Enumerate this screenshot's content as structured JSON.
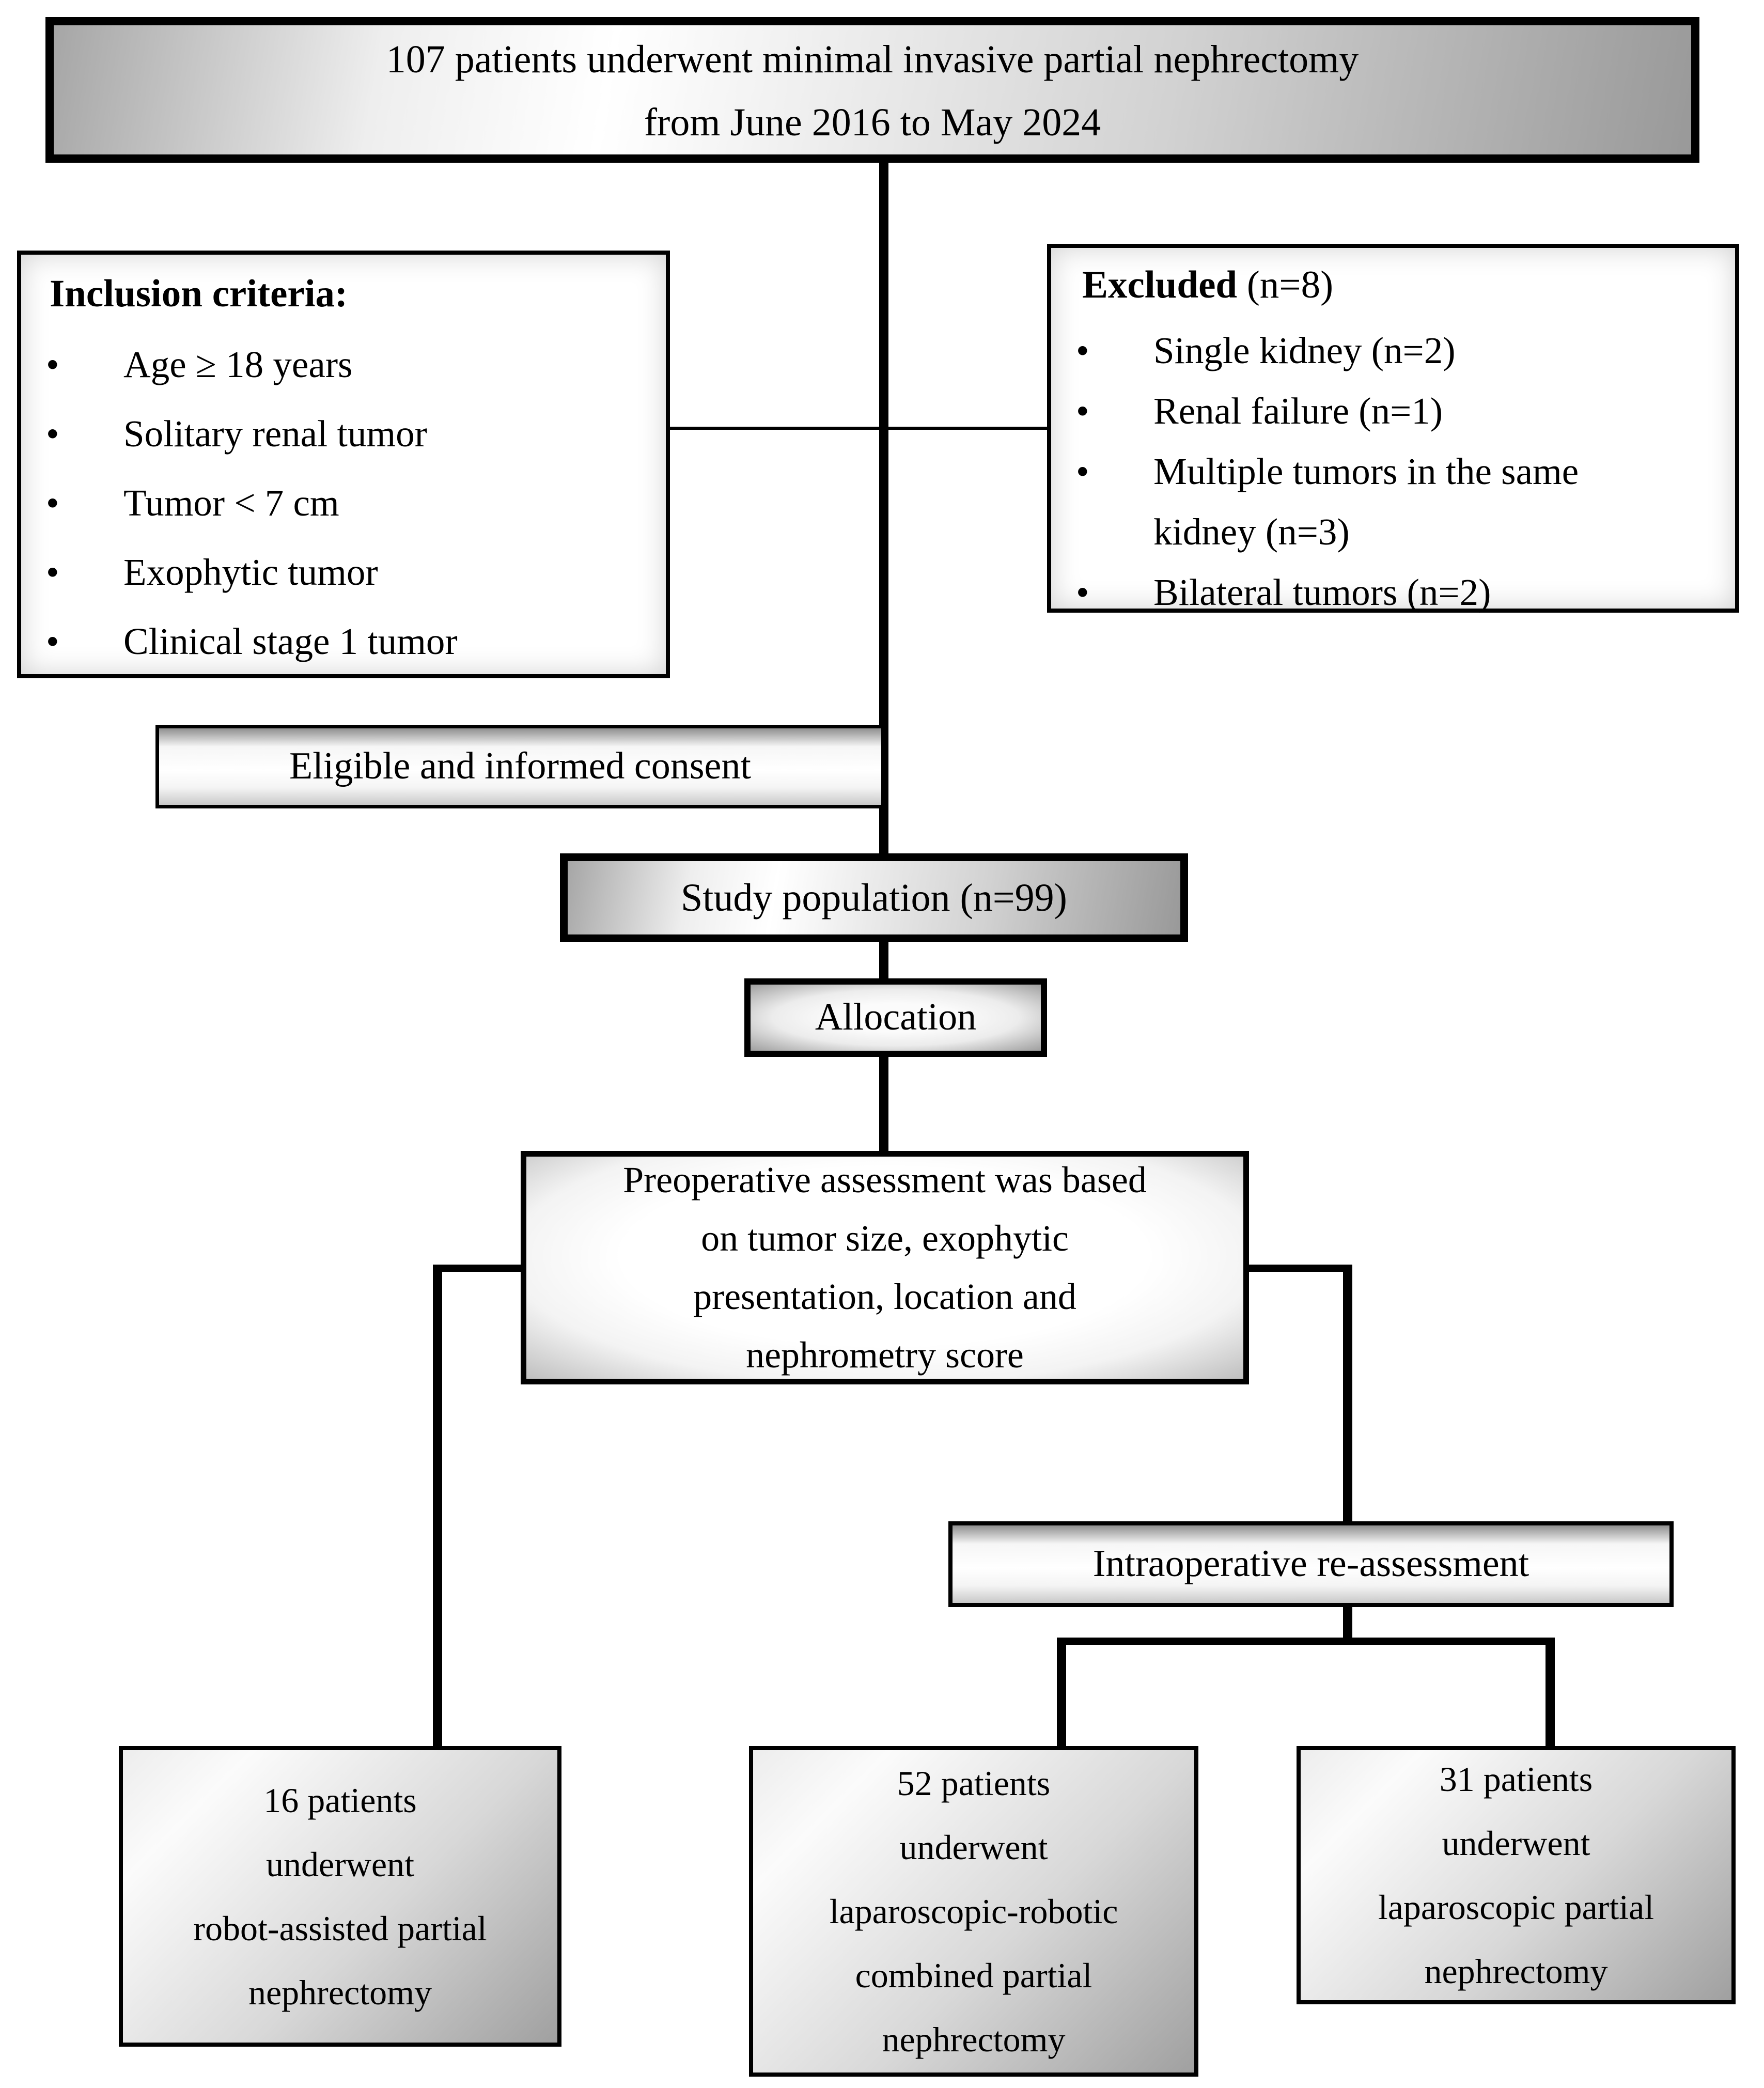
{
  "bullet_glyph": "•",
  "top_box": {
    "lines": [
      "107 patients underwent minimal invasive  partial nephrectomy",
      "from June 2016 to May 2024"
    ]
  },
  "inclusion_box": {
    "title": "Inclusion criteria:",
    "items": [
      "Age ≥ 18 years",
      "Solitary renal tumor",
      "Tumor < 7 cm",
      "Exophytic tumor",
      "Clinical stage 1 tumor"
    ]
  },
  "excluded_box": {
    "title_bold": "Excluded",
    "title_rest": "(n=8)",
    "items": [
      "Single kidney (n=2)",
      "Renal failure (n=1)",
      "Multiple tumors in the same kidney (n=3)",
      "Bilateral tumors (n=2)"
    ]
  },
  "eligible_box": {
    "label": "Eligible and informed consent"
  },
  "study_box": {
    "label": "Study population (n=99)"
  },
  "allocation_box": {
    "label": "Allocation"
  },
  "preop_box": {
    "lines": [
      "Preoperative assessment was based",
      "on tumor size, exophytic",
      "presentation, location and",
      "nephrometry score"
    ]
  },
  "intraop_box": {
    "label": "Intraoperative re-assessment"
  },
  "outcome_boxes": [
    {
      "lines": [
        "16 patients",
        "underwent",
        "robot-assisted partial",
        "nephrectomy"
      ]
    },
    {
      "lines": [
        "52 patients",
        "underwent",
        "laparoscopic-robotic",
        "combined partial",
        "nephrectomy"
      ]
    },
    {
      "lines": [
        "31 patients",
        "underwent",
        "laparoscopic partial",
        "nephrectomy"
      ]
    }
  ],
  "colors": {
    "connector": "#000000",
    "border": "#000000",
    "shade_dark": "#9a9a9a",
    "shade_light": "#ffffff"
  }
}
